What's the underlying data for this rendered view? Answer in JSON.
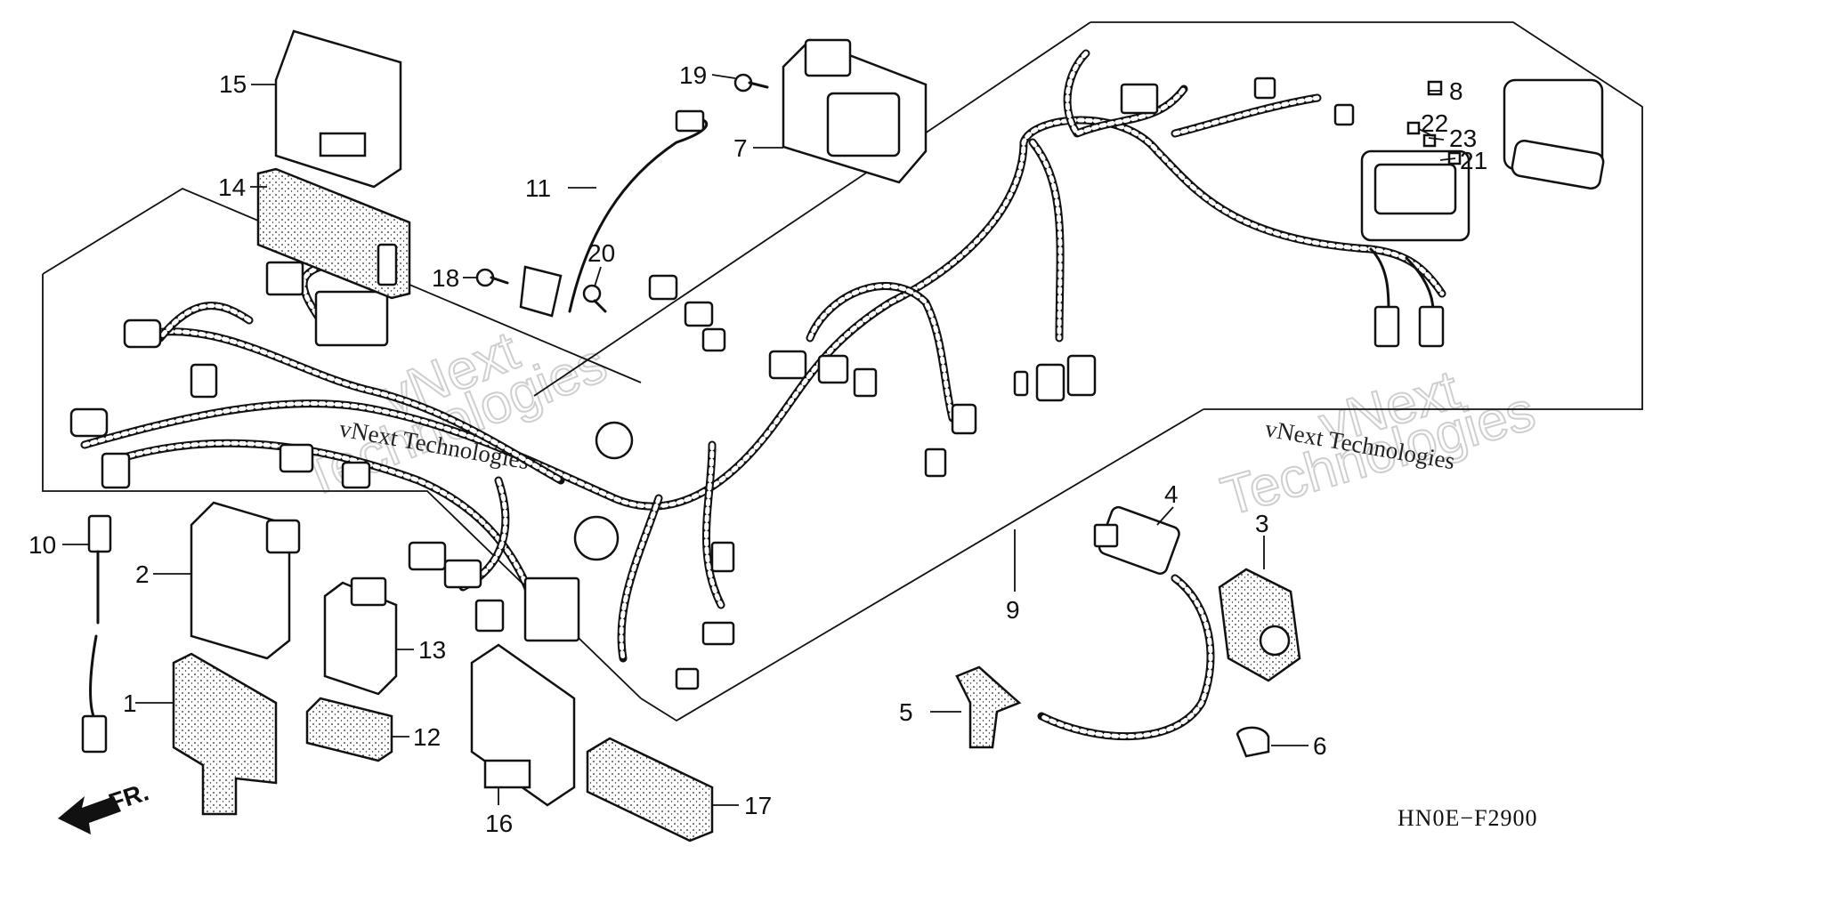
{
  "diagram": {
    "code": "HN0E−F2900",
    "direction_label": "FR.",
    "watermarks": [
      "vNext",
      "Technologies",
      "vNext Technologies"
    ],
    "callouts": [
      "1",
      "2",
      "3",
      "4",
      "5",
      "6",
      "7",
      "8",
      "9",
      "10",
      "11",
      "12",
      "13",
      "14",
      "15",
      "16",
      "17",
      "18",
      "19",
      "20",
      "21",
      "22",
      "23"
    ]
  }
}
